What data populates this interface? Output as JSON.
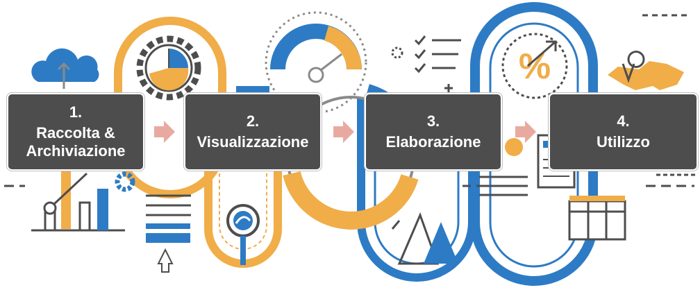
{
  "colors": {
    "orange": "#f0ad48",
    "blue": "#2d7bc4",
    "gray": "#8a8a8a",
    "box": "#4d4d4d",
    "arrow": "#e8aaa0"
  },
  "steps": [
    {
      "number": "1.",
      "label_lines": [
        "Raccolta &",
        "Archiviazione"
      ]
    },
    {
      "number": "2.",
      "label_lines": [
        "Visualizzazione"
      ]
    },
    {
      "number": "3.",
      "label_lines": [
        "Elaborazione"
      ]
    },
    {
      "number": "4.",
      "label_lines": [
        "Utilizzo"
      ]
    }
  ],
  "icons": [
    "cloud-upload-icon",
    "gear-pie-chart-icon",
    "gauge-icon",
    "checklist-icon",
    "percent-icon",
    "world-map-pin-icon",
    "magnifier-icon",
    "bar-chart-icon",
    "mountain-chart-icon",
    "table-icon",
    "cursor-icon"
  ],
  "decor_values": {
    "percent_symbol": "%"
  }
}
